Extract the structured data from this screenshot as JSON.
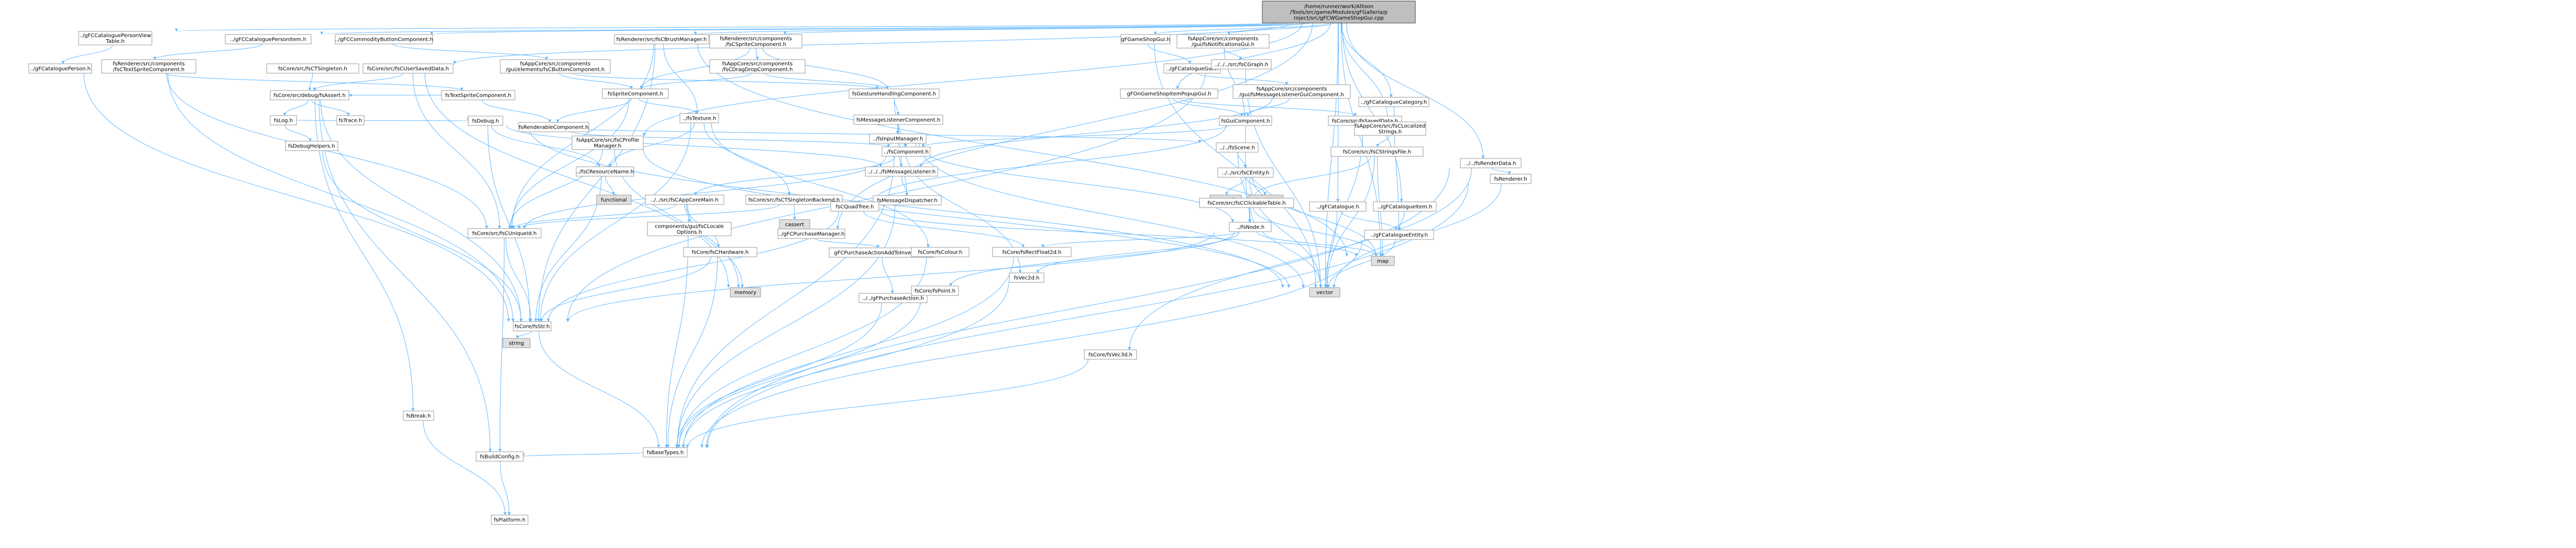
{
  "diagram": {
    "nodes": [
      {
        "id": "root",
        "lines": [
          "/home/runner/work/Allison",
          "/Tools/src/game/Modules/gFGalleria/p",
          "roject/src/gFCWGameShopGui.cpp"
        ],
        "style": "root"
      },
      {
        "id": "n_ccpsv",
        "lines": [
          "../gFCCataloguePersonView",
          "Table.h"
        ]
      },
      {
        "id": "n_ccpl",
        "lines": [
          "../gFCataloguePerson.h"
        ]
      },
      {
        "id": "n_ccpi",
        "lines": [
          "../gFCCataloguePersonItem.h"
        ]
      },
      {
        "id": "n_rctext",
        "lines": [
          "fsRenderer/src/components",
          "/fsCTextSpriteComponent.h"
        ]
      },
      {
        "id": "n_ccbc",
        "lines": [
          "../gFCCommodityButtonComponent.h"
        ]
      },
      {
        "id": "n_fssingleton",
        "lines": [
          "fsCore/src/fsCTSingleton.h"
        ]
      },
      {
        "id": "n_fsusersaved",
        "lines": [
          "fsCore/src/fsCUserSavedData.h"
        ]
      },
      {
        "id": "n_fsdebugasset",
        "lines": [
          "fsCore/src/debug/fsAssert.h"
        ]
      },
      {
        "id": "n_fslog",
        "lines": [
          "fsLog.h"
        ]
      },
      {
        "id": "n_fsdebughelp",
        "lines": [
          "fsDebugHelpers.h"
        ]
      },
      {
        "id": "n_fsdebug",
        "lines": [
          "fsDebug.h"
        ]
      },
      {
        "id": "n_fstrace",
        "lines": [
          "fsTrace.h"
        ]
      },
      {
        "id": "n_brushmgr",
        "lines": [
          "fsRenderer/src/fsCBrushManager.h"
        ]
      },
      {
        "id": "n_textsprite",
        "lines": [
          "fsTextSpriteComponent.h"
        ]
      },
      {
        "id": "n_renderablecomp",
        "lines": [
          "fsRenderableComponent.h"
        ]
      },
      {
        "id": "n_profile",
        "lines": [
          "fsAppCore/src/fsCProfile",
          "Manager.h"
        ]
      },
      {
        "id": "n_restype",
        "lines": [
          "../fsCResourceName.h"
        ]
      },
      {
        "id": "n_functional",
        "lines": [
          "functional"
        ],
        "style": "ext"
      },
      {
        "id": "n_appcoremain",
        "lines": [
          "../../src/fsCAppCoreMain.h"
        ]
      },
      {
        "id": "n_locale",
        "lines": [
          "components/gui/fsCLocale",
          "Options.h"
        ]
      },
      {
        "id": "n_hardware",
        "lines": [
          "fsCore/fsCHardware.h"
        ]
      },
      {
        "id": "n_memory",
        "lines": [
          "memory"
        ],
        "style": "ext"
      },
      {
        "id": "n_uniqueid",
        "lines": [
          "fsCore/src/fsCUniqueId.h"
        ]
      },
      {
        "id": "n_buildcfg",
        "lines": [
          "fsBuildConfig.h"
        ]
      },
      {
        "id": "n_platform",
        "lines": [
          "fsPlatform.h"
        ]
      },
      {
        "id": "n_fsstr",
        "lines": [
          "fsCore/fsStr.h"
        ]
      },
      {
        "id": "n_string",
        "lines": [
          "string"
        ],
        "style": "ext"
      },
      {
        "id": "n_basetypes",
        "lines": [
          "fsBaseTypes.h"
        ]
      },
      {
        "id": "n_fsbreak",
        "lines": [
          "fsBreak.h"
        ]
      },
      {
        "id": "n_spritecomp",
        "lines": [
          "fsRenderer/src/components",
          "/fsCSpriteComponent.h"
        ]
      },
      {
        "id": "n_dragdrop",
        "lines": [
          "fsAppCore/src/components",
          "/fsCDragDropComponent.h"
        ]
      },
      {
        "id": "n_buttoncomp",
        "lines": [
          "fsAppCore/src/components",
          "/gui/elements/fsCButtonComponent.h"
        ]
      },
      {
        "id": "n_sprite2",
        "lines": [
          "fsSpriteComponent.h"
        ]
      },
      {
        "id": "n_texture",
        "lines": [
          "../fsTexture.h"
        ]
      },
      {
        "id": "n_purchase",
        "lines": [
          "../gFCPurchaseManager.h"
        ]
      },
      {
        "id": "n_purchasebase",
        "lines": [
          "gFCPurchaseActionAddToInventory.h"
        ]
      },
      {
        "id": "n_purchaseaction",
        "lines": [
          "../../gFPurchaseAction.h"
        ]
      },
      {
        "id": "n_gesture",
        "lines": [
          "fsGestureHandlingComponent.h"
        ]
      },
      {
        "id": "n_msglistencomp",
        "lines": [
          "fsMessageListenerComponent.h"
        ]
      },
      {
        "id": "n_component",
        "lines": [
          "../fsComponent.h"
        ]
      },
      {
        "id": "n_msglistener",
        "lines": [
          "../../../fsMessageListener.h"
        ]
      },
      {
        "id": "n_msgdispatch",
        "lines": [
          "fsMessageDispatcher.h"
        ]
      },
      {
        "id": "n_inputmgr",
        "lines": [
          "../fsInputManager.h"
        ]
      },
      {
        "id": "n_shopgui",
        "lines": [
          "gFGameShopGui.h"
        ]
      },
      {
        "id": "n_cataloggui",
        "lines": [
          "../gFCatalogueGui.h"
        ]
      },
      {
        "id": "n_popupgui",
        "lines": [
          "gFOnGameShopItemPopupGui.h"
        ]
      },
      {
        "id": "n_notifgui",
        "lines": [
          "fsAppCore/src/components",
          "/gui/fsNotificationsGui.h"
        ]
      },
      {
        "id": "n_graph",
        "lines": [
          "../../../src/fsCGraph.h"
        ]
      },
      {
        "id": "n_msglistenergui",
        "lines": [
          "fsAppCore/src/components",
          "/gui/fsMessageListenerGuiComponent.h"
        ]
      },
      {
        "id": "n_guicomp",
        "lines": [
          "fsGuiComponent.h"
        ]
      },
      {
        "id": "n_fssaveddata",
        "lines": [
          "fsCore/src/fsSavedData.h"
        ]
      },
      {
        "id": "n_scene",
        "lines": [
          "../../fsScene.h"
        ]
      },
      {
        "id": "n_entity",
        "lines": [
          "../../src/fsCEntity.h"
        ]
      },
      {
        "id": "n_typeinfo",
        "lines": [
          "typeinfo"
        ],
        "style": "ext"
      },
      {
        "id": "n_algorithm",
        "lines": [
          "algorithm"
        ],
        "style": "ext"
      },
      {
        "id": "n_fsnode",
        "lines": [
          "../fsNode.h"
        ]
      },
      {
        "id": "n_vector",
        "lines": [
          "vector"
        ],
        "style": "ext"
      },
      {
        "id": "n_map",
        "lines": [
          "map"
        ],
        "style": "ext"
      },
      {
        "id": "n_singletonbk",
        "lines": [
          "fsCore/src/fsCTSingletonBackend.h"
        ]
      },
      {
        "id": "n_cassert",
        "lines": [
          "cassert"
        ],
        "style": "ext"
      },
      {
        "id": "n_quadtree",
        "lines": [
          "fsCQuadTree.h"
        ]
      },
      {
        "id": "n_colour",
        "lines": [
          "fsCore/fsColour.h"
        ]
      },
      {
        "id": "n_fspoint",
        "lines": [
          "fsCore/fsPoint.h"
        ]
      },
      {
        "id": "n_fsrect",
        "lines": [
          "fsCore/fsRectFloat2d.h"
        ]
      },
      {
        "id": "n_vec2d",
        "lines": [
          "fsVec2d.h"
        ]
      },
      {
        "id": "n_vec3d",
        "lines": [
          "fsCore/fsVec3d.h"
        ]
      },
      {
        "id": "n_cataloguecat",
        "lines": [
          "../gFCatalogueCategory.h"
        ]
      },
      {
        "id": "n_localized",
        "lines": [
          "fsAppCore/src/fsCLocalized",
          "Strings.h"
        ]
      },
      {
        "id": "n_stringfile",
        "lines": [
          "fsCore/src/fsCStringsFile.h"
        ]
      },
      {
        "id": "n_clickable",
        "lines": [
          "fsCore/src/fsCClickableTable.h"
        ]
      },
      {
        "id": "n_catalogue",
        "lines": [
          "../gFCatalogue.h"
        ]
      },
      {
        "id": "n_catalogueitem",
        "lines": [
          "../gFCatalogueItem.h"
        ]
      },
      {
        "id": "n_catalogueentity",
        "lines": [
          "../gFCatalogueEntity.h"
        ]
      },
      {
        "id": "n_renderdata",
        "lines": [
          "../../fsRenderData.h"
        ]
      },
      {
        "id": "n_renderer",
        "lines": [
          "fsRenderer.h"
        ]
      }
    ]
  }
}
